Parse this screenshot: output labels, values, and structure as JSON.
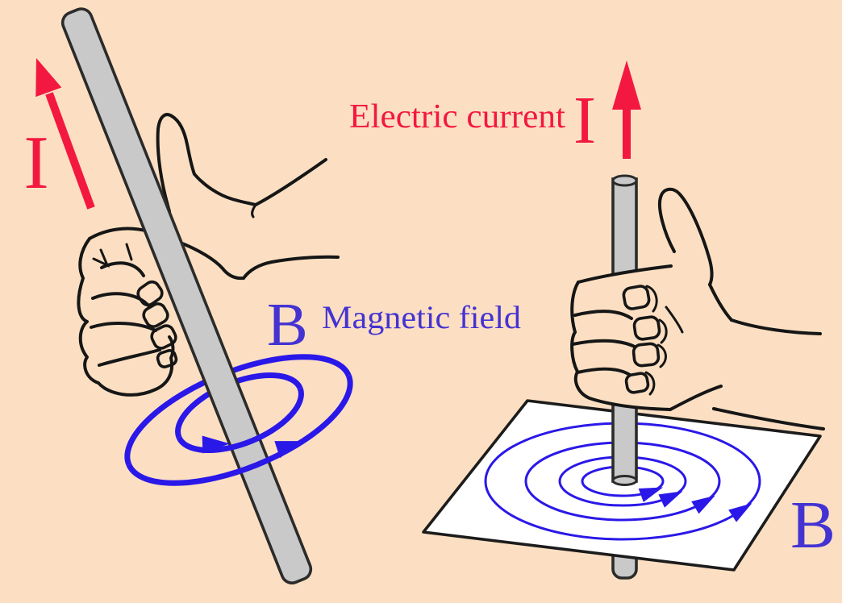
{
  "diagram": {
    "background": "#fcdfc2",
    "palette": {
      "current_red": "#f3183f",
      "field_line_blue": "#2a18e8",
      "field_text_blue": "#4433d2",
      "rod_gray": "#c9c9c9",
      "outline_black": "#161616",
      "plane_white": "#ffffff"
    },
    "left_figure": {
      "current_symbol": "I",
      "field_symbol": "B",
      "field_label": "Magnetic field"
    },
    "right_figure": {
      "current_label": "Electric current",
      "current_symbol": "I",
      "field_symbol": "B"
    }
  }
}
